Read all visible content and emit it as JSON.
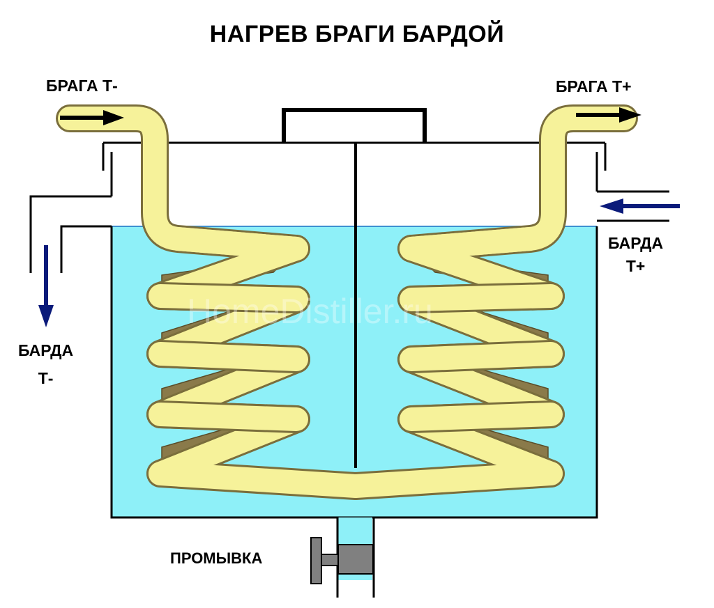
{
  "title": "НАГРЕВ  БРАГИ БАРДОЙ",
  "labels": {
    "braga_in": "БРАГА  Т-",
    "braga_out": "БРАГА  Т+",
    "barda_hot_line1": "БАРДА",
    "barda_hot_line2": "Т+",
    "barda_cold_line1": "БАРДА",
    "barda_cold_line2": "Т-",
    "flush": "ПРОМЫВКА"
  },
  "watermark": "HomeDistiller.ru",
  "colors": {
    "liquid": "#8ef0f8",
    "surface_line": "#3c8fd0",
    "coil": "#f6f29a",
    "coil_outline": "#7a6e3c",
    "coil_web": "#8a7a4a",
    "valve": "#808080",
    "flow_arrow_barda": "#0a1a7a",
    "flow_arrow_braga": "#000000",
    "outline": "#000000"
  }
}
